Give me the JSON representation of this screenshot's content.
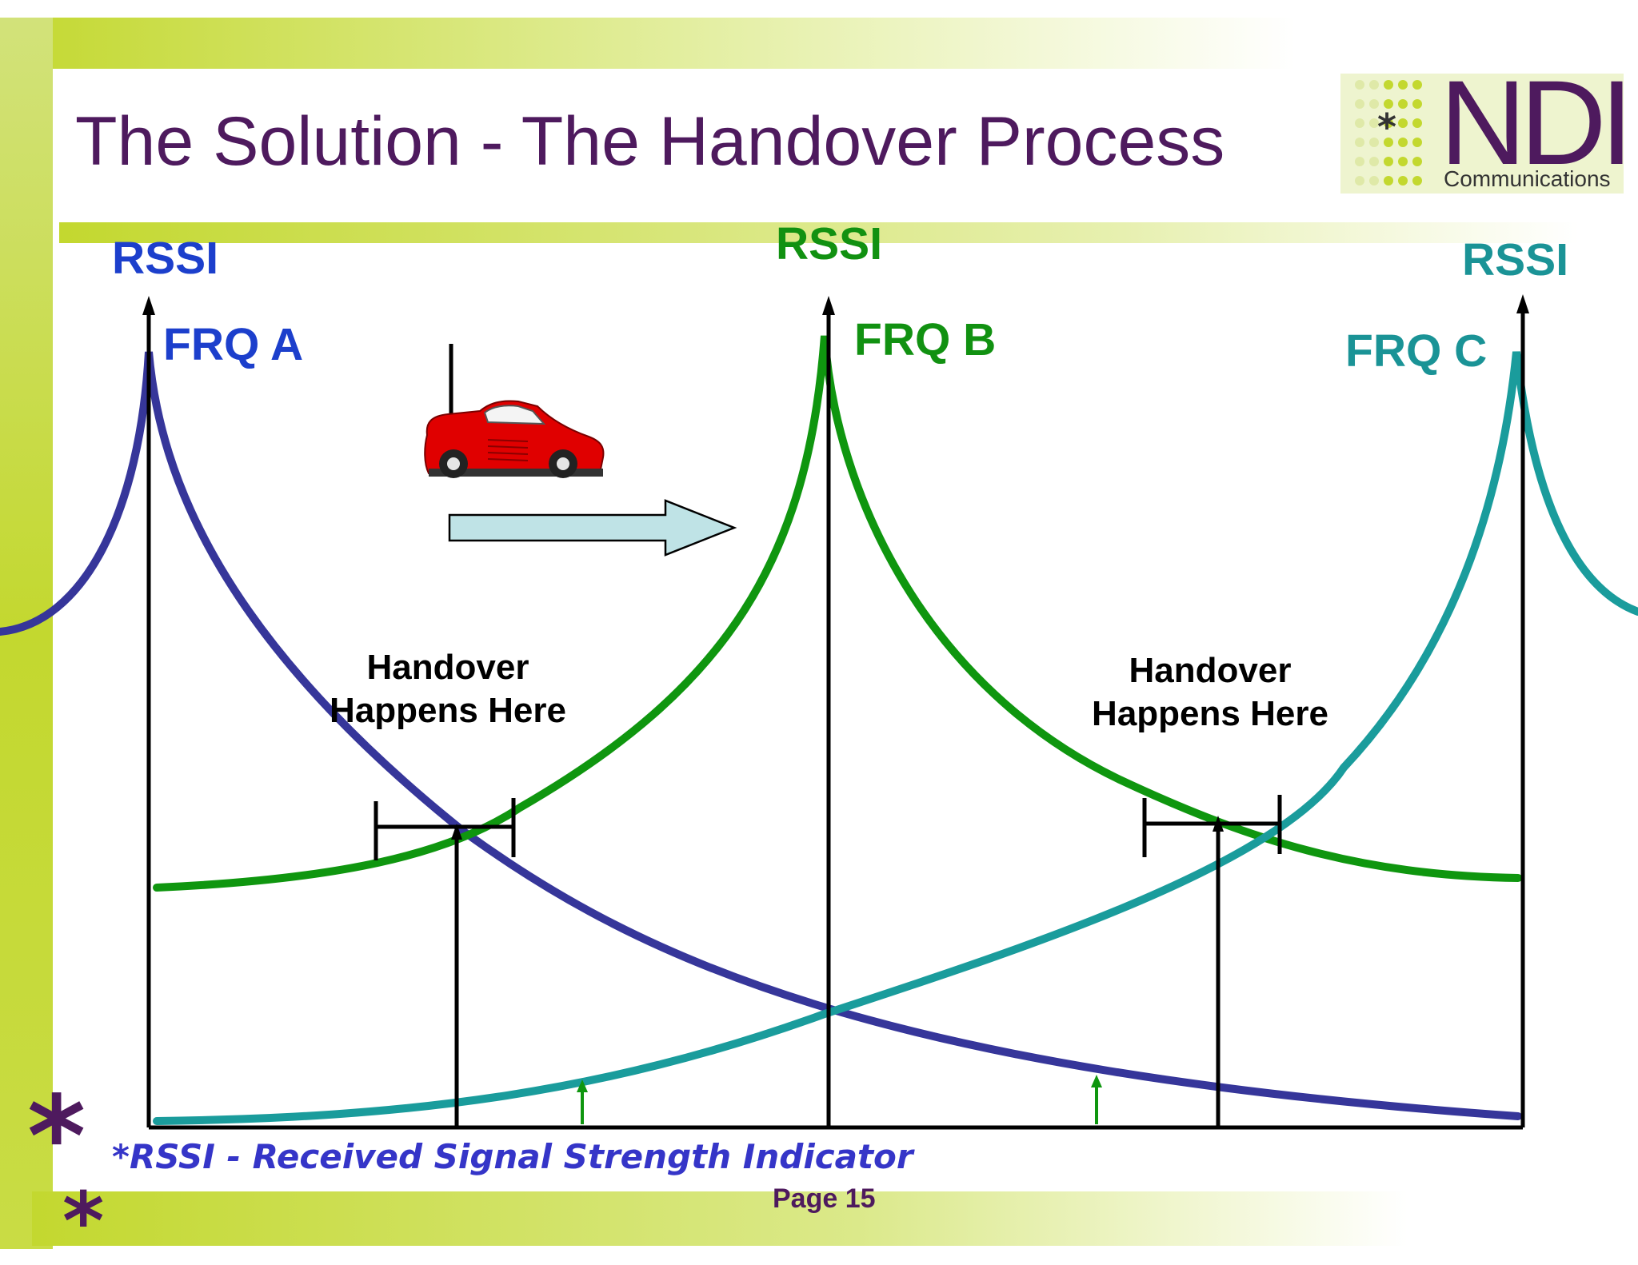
{
  "slide": {
    "title": "The Solution - The Handover Process",
    "page_label": "Page 15",
    "footnote": "*RSSI - Received Signal Strength Indicator"
  },
  "logo": {
    "name": "NDI",
    "subtitle": "Communications",
    "star": "*"
  },
  "axes": [
    {
      "label": "RSSI",
      "color": "#1c3fcc"
    },
    {
      "label": "RSSI",
      "color": "#119111"
    },
    {
      "label": "RSSI",
      "color": "#1a9396"
    }
  ],
  "frequencies": [
    {
      "label": "FRQ A",
      "color": "#1c3fcc",
      "curve_color": "#36369a"
    },
    {
      "label": "FRQ B",
      "color": "#119111",
      "curve_color": "#0f960f"
    },
    {
      "label": "FRQ C",
      "color": "#1a9396",
      "curve_color": "#1a9c9c"
    }
  ],
  "handover_zones": [
    {
      "label": "Handover Happens Here"
    },
    {
      "label": "Handover Happens Here"
    }
  ],
  "colors": {
    "title": "#4e1a5e",
    "accent_green": "#c8dc3c",
    "arrow_fill": "#bfe3e6",
    "car": "#e00000"
  }
}
